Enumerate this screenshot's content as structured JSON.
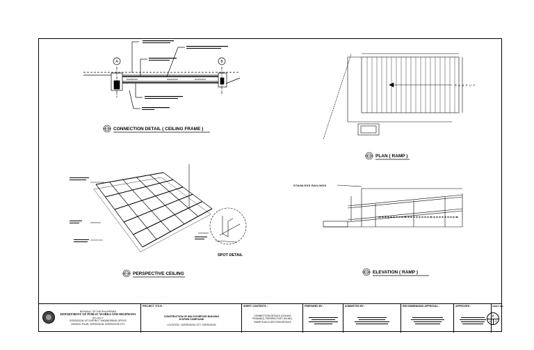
{
  "drawings": {
    "connection_detail": {
      "title": "CONNECTION DETAIL ( CEILING FRAME )",
      "grid_a": "A",
      "grid_b": "B"
    },
    "plan_ramp": {
      "title": "PLAN ( RAMP )",
      "ramp_up": "R A M P   U P"
    },
    "perspective_ceiling": {
      "title": "PERSPECTIVE CEILING"
    },
    "spot_detail": {
      "title": "SPOT DETAIL"
    },
    "elevation_ramp": {
      "title": "ELEVATION ( RAMP )",
      "railings_label": "STAINLESS RAILINGS"
    }
  },
  "title_block": {
    "agency": {
      "line1": "REPUBLIC OF THE PHILIPPINES",
      "line2": "DEPARTMENT OF PUBLIC WORKS AND HIGHWAYS",
      "line3": "REGION V",
      "line4": "SORSOGON 1ST DISTRICT ENGINEERING OFFICE",
      "line5": "DONSOL-PILAR, SORSOGON, SORSOGON CITY"
    },
    "project": {
      "label": "PROJECT TITLE :",
      "value1": "CONSTRUCTION OF MULTI-PURPOSE BUILDING",
      "value2": "IN DPWH COMPOUND",
      "location": "LOCATION : SORSOGON CITY, SORSOGON"
    },
    "sheet_contents": {
      "label": "SHEET CONTENTS :",
      "value1": "CONNECTION DETAILS (CEILING",
      "value2": "FRAMING), PERSPECTIVE CEILING,",
      "value3": "RAMP PLAN & SECTION DETAILS"
    },
    "prepared": {
      "label": "PREPARED BY :"
    },
    "submitted": {
      "label": "SUBMITTED BY :"
    },
    "recommending": {
      "label": "RECOMMENDING APPROVAL :"
    },
    "approved": {
      "label": "APPROVED :"
    },
    "sheet_no": {
      "label": "SHEET NO.:",
      "sheet": "A",
      "total": "10"
    }
  }
}
